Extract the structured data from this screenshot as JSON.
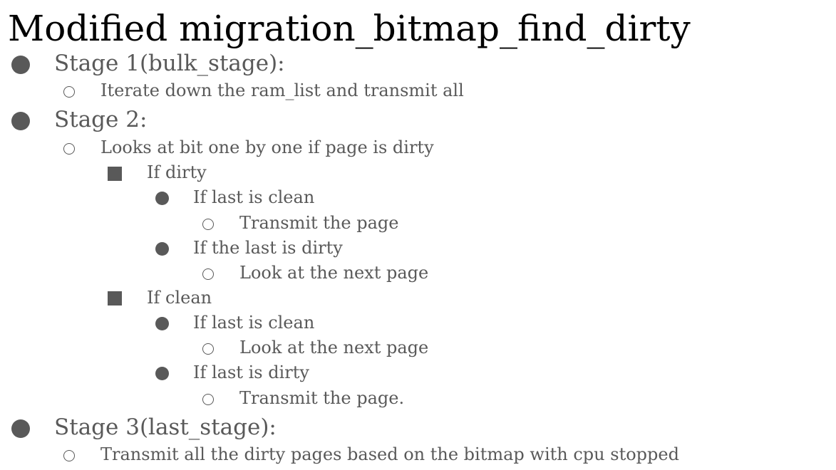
{
  "slide": {
    "title": "Modified migration_bitmap_find_dirty",
    "items": [
      {
        "level": 0,
        "text": "Stage 1(bulk_stage):"
      },
      {
        "level": 1,
        "text": "Iterate down the ram_list and transmit all"
      },
      {
        "level": 0,
        "text": "Stage 2:"
      },
      {
        "level": 1,
        "text": "Looks at bit one by one if page is dirty"
      },
      {
        "level": 2,
        "text": "If dirty"
      },
      {
        "level": 3,
        "text": "If last is clean"
      },
      {
        "level": 4,
        "text": "Transmit the page"
      },
      {
        "level": 3,
        "text": "If the last is dirty"
      },
      {
        "level": 4,
        "text": "Look at the next page"
      },
      {
        "level": 2,
        "text": "If clean"
      },
      {
        "level": 3,
        "text": "If last is clean"
      },
      {
        "level": 4,
        "text": "Look at the next page"
      },
      {
        "level": 3,
        "text": "If last is dirty"
      },
      {
        "level": 4,
        "text": "Transmit the page."
      },
      {
        "level": 0,
        "text": "Stage 3(last_stage):"
      },
      {
        "level": 1,
        "text": "Transmit all the dirty pages based on the bitmap with cpu stopped"
      }
    ]
  },
  "colors": {
    "title": "#000000",
    "body_text": "#595959",
    "background": "#ffffff"
  },
  "bullet_icons": {
    "level0": "filled-circle-icon",
    "level1": "hollow-circle-icon",
    "level2": "filled-square-icon",
    "level3": "filled-circle-icon",
    "level4": "hollow-circle-icon"
  }
}
